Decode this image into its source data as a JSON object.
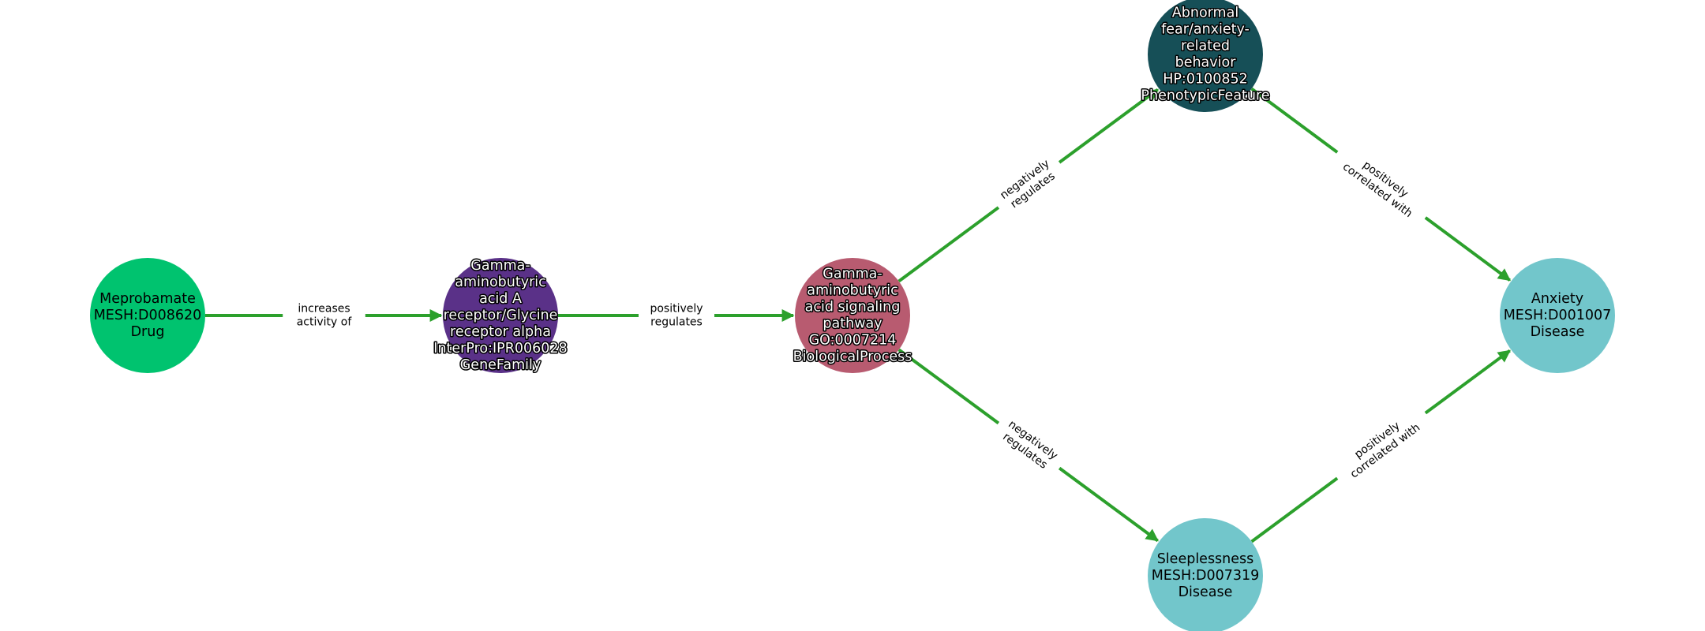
{
  "edge_color": "#2ca02c",
  "nodes": [
    {
      "id": "meprobamate",
      "lines": [
        "Meprobamate",
        "MESH:D008620",
        "Drug"
      ],
      "color": "#00c36f",
      "text_style": "dark"
    },
    {
      "id": "gaba-a-receptor",
      "lines": [
        "Gamma-",
        "aminobutyric",
        "acid A",
        "receptor/Glycine",
        "receptor alpha",
        "InterPro:IPR006028",
        "GeneFamily"
      ],
      "color": "#5a3188",
      "text_style": "light"
    },
    {
      "id": "gaba-signaling",
      "lines": [
        "Gamma-",
        "aminobutyric",
        "acid signaling",
        "pathway",
        "GO:0007214",
        "BiologicalProcess"
      ],
      "color": "#b85b70",
      "text_style": "light"
    },
    {
      "id": "abnormal-fear",
      "lines": [
        "Abnormal",
        "fear/anxiety-",
        "related",
        "behavior",
        "HP:0100852",
        "PhenotypicFeature"
      ],
      "color": "#164f57",
      "text_style": "light"
    },
    {
      "id": "anxiety",
      "lines": [
        "Anxiety",
        "MESH:D001007",
        "Disease"
      ],
      "color": "#72c6cb",
      "text_style": "dark"
    },
    {
      "id": "sleeplessness",
      "lines": [
        "Sleeplessness",
        "MESH:D007319",
        "Disease"
      ],
      "color": "#72c6cb",
      "text_style": "dark"
    }
  ],
  "edges": [
    {
      "source": "meprobamate",
      "target": "gaba-a-receptor",
      "lines": [
        "increases",
        "activity of"
      ]
    },
    {
      "source": "gaba-a-receptor",
      "target": "gaba-signaling",
      "lines": [
        "positively",
        "regulates"
      ]
    },
    {
      "source": "gaba-signaling",
      "target": "abnormal-fear",
      "lines": [
        "negatively",
        "regulates"
      ]
    },
    {
      "source": "gaba-signaling",
      "target": "sleeplessness",
      "lines": [
        "negatively",
        "regulates"
      ]
    },
    {
      "source": "abnormal-fear",
      "target": "anxiety",
      "lines": [
        "positively",
        "correlated with"
      ]
    },
    {
      "source": "sleeplessness",
      "target": "anxiety",
      "lines": [
        "positively",
        "correlated with"
      ]
    }
  ]
}
